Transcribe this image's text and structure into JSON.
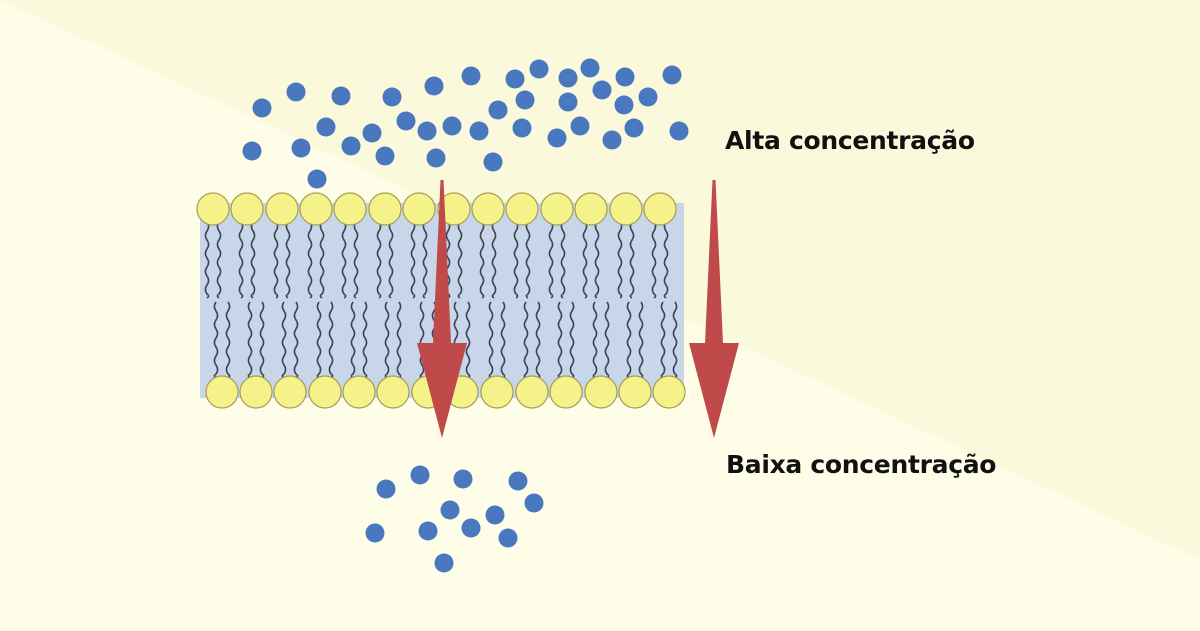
{
  "labels": {
    "high": "Alta concentração",
    "low": "Baixa concentração"
  },
  "colors": {
    "background": "#fdfde8",
    "background_wedge": "#fbf9dc",
    "membrane_core": "#c7d6e8",
    "phospholipid_head": "#f6f28a",
    "phospholipid_head_stroke": "#a59d55",
    "tail": "#3f3f58",
    "molecule": "#4a78be",
    "arrow": "#c04a4a"
  },
  "icons": {
    "molecule": "blue-circle",
    "phospholipid": "yellow-circle-with-wavy-tails",
    "arrow": "downward-arrow"
  }
}
